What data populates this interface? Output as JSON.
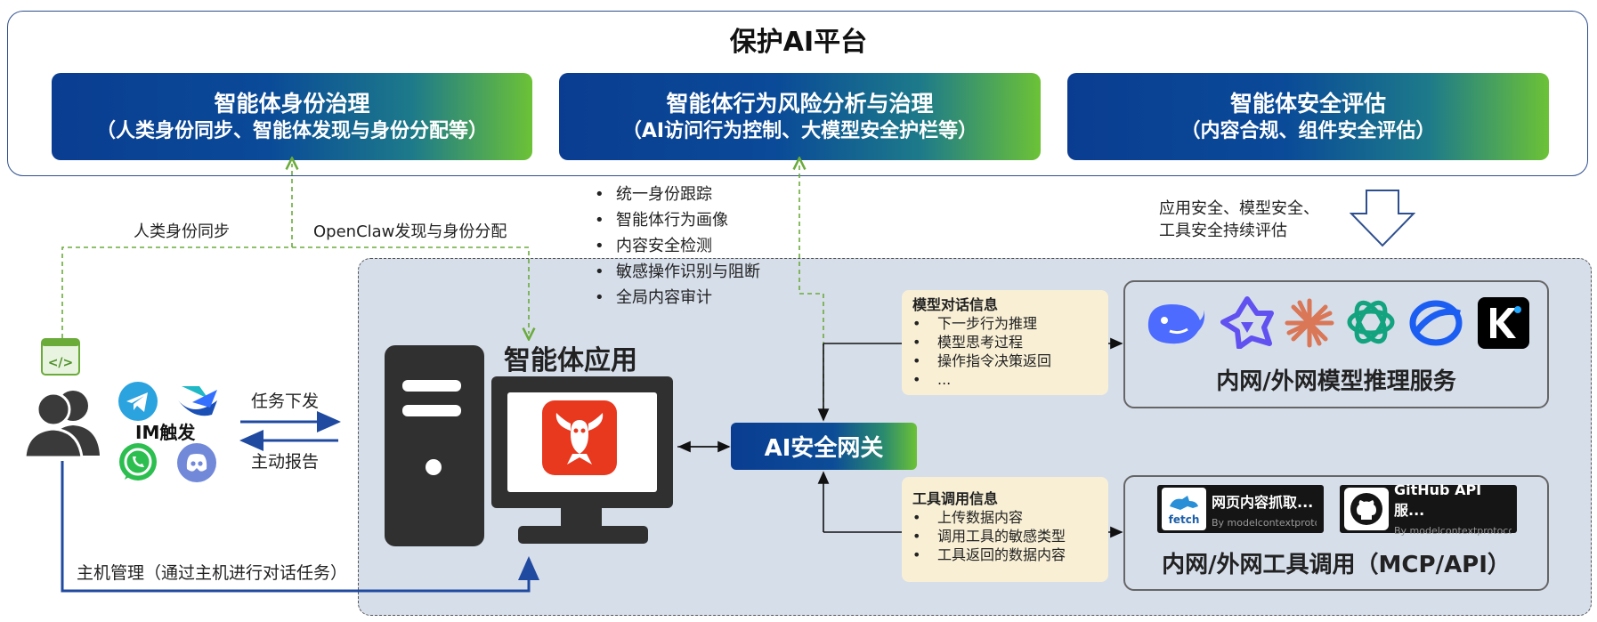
{
  "platform": {
    "title": "保护AI平台",
    "cards": [
      {
        "title": "智能体身份治理",
        "subtitle": "（人类身份同步、智能体发现与身份分配等）"
      },
      {
        "title": "智能体行为风险分析与治理",
        "subtitle": "（AI访问行为控制、大模型安全护栏等）"
      },
      {
        "title": "智能体安全评估",
        "subtitle": "（内容合规、组件安全评估）"
      }
    ]
  },
  "labels": {
    "human_sync": "人类身份同步",
    "openclaw": "OpenClaw发现与身份分配",
    "eval_line1": "应用安全、模型安全、",
    "eval_line2": "工具安全持续评估",
    "im_trigger": "IM触发",
    "task_dispatch": "任务下发",
    "report": "主动报告",
    "host_mgmt": "主机管理（通过主机进行对话任务）",
    "agent_app": "智能体应用",
    "gateway": "AI安全网关"
  },
  "bullets": [
    "统一身份跟踪",
    "智能体行为画像",
    "内容安全检测",
    "敏感操作识别与阻断",
    "全局内容审计"
  ],
  "model_info": {
    "title": "模型对话信息",
    "items": [
      "下一步行为推理",
      "模型思考过程",
      "操作指令决策返回",
      "..."
    ]
  },
  "tool_info": {
    "title": "工具调用信息",
    "items": [
      "上传数据内容",
      "调用工具的敏感类型",
      "工具返回的数据内容"
    ]
  },
  "model_service": {
    "label": "内网/外网模型推理服务",
    "logos": [
      "whale-logo-icon",
      "star-logo-icon",
      "spark-logo-icon",
      "knot-logo-icon",
      "ring-logo-icon",
      "k-logo-icon"
    ]
  },
  "tool_service": {
    "label": "内网/外网工具调用（MCP/API）",
    "tools": [
      {
        "name": "网页内容抓取...",
        "by": "By modelcontextprotoco",
        "icon_text": "fetch"
      },
      {
        "name": "GitHub API服...",
        "by": "By modelcontextprotoco"
      }
    ]
  },
  "colors": {
    "navy": "#0a3d91",
    "green": "#6cc236",
    "dash_green": "#6aab3a",
    "arrow_blue": "#1f4aa0",
    "region": "#d6deea",
    "info_box": "#f8efd5"
  }
}
